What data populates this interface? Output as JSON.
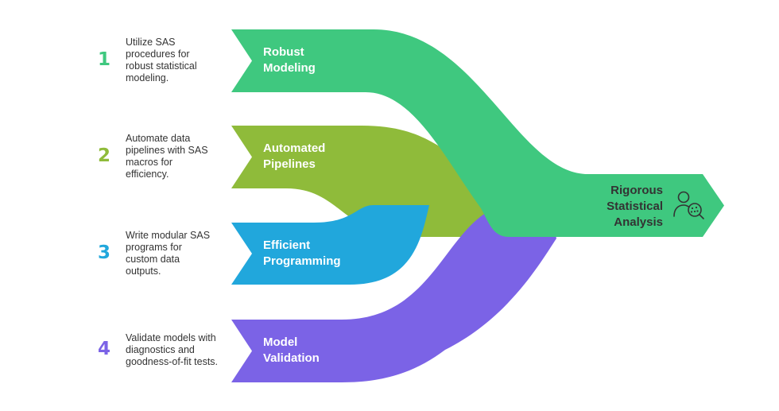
{
  "steps": [
    {
      "number": "1",
      "title": [
        "Robust",
        "Modeling"
      ],
      "description": [
        "Utilize SAS",
        "procedures for",
        "robust statistical",
        "modeling."
      ],
      "color": "#3fc87f"
    },
    {
      "number": "2",
      "title": [
        "Automated",
        "Pipelines"
      ],
      "description": [
        "Automate data",
        "pipelines with SAS",
        "macros for",
        "efficiency."
      ],
      "color": "#8fbb3a"
    },
    {
      "number": "3",
      "title": [
        "Efficient",
        "Programming"
      ],
      "description": [
        "Write modular SAS",
        "programs for",
        "custom data",
        "outputs."
      ],
      "color": "#21a7dc"
    },
    {
      "number": "4",
      "title": [
        "Model",
        "Validation"
      ],
      "description": [
        "Validate models with",
        "diagnostics and",
        "goodness-of-fit tests."
      ],
      "color": "#7b63e6"
    }
  ],
  "result": {
    "lines": [
      "Rigorous",
      "Statistical",
      "Analysis"
    ],
    "icon": "person-magnifier-icon",
    "color": "#3fc87f",
    "text_color": "#333333"
  }
}
